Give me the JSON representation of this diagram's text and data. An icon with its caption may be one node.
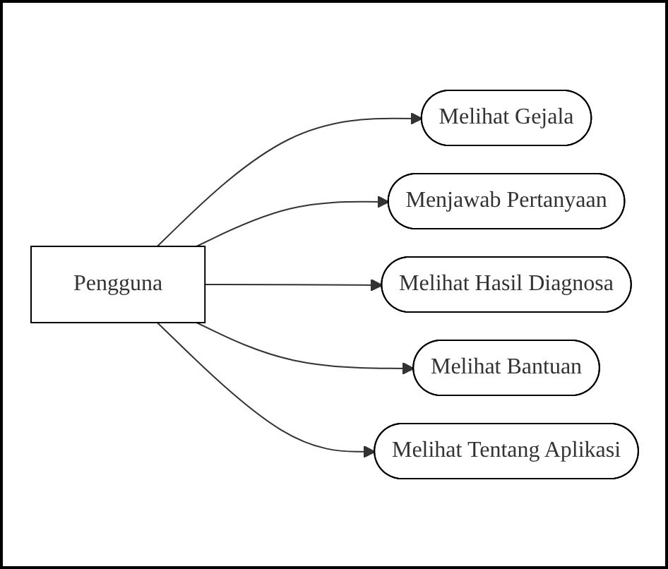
{
  "diagram": {
    "nodes": [
      {
        "text": [
          "Pengguna"
        ]
      },
      {
        "text": [
          "Melihat Gejala"
        ]
      },
      {
        "text": [
          "Menjawab Pertanyaan"
        ]
      },
      {
        "text": [
          "Melihat Hasil Diagnosa"
        ]
      },
      {
        "text": [
          "Melihat Bantuan"
        ]
      },
      {
        "text": [
          "Melihat Tentang Aplikasi"
        ]
      }
    ],
    "edges": [
      {
        "from": 0,
        "to": 1,
        "arrow": "to"
      },
      {
        "from": 0,
        "to": 2,
        "arrow": "to"
      },
      {
        "from": 0,
        "to": 3,
        "arrow": "to"
      },
      {
        "from": 0,
        "to": 4,
        "arrow": "to"
      },
      {
        "from": 0,
        "to": 5,
        "arrow": "to"
      }
    ]
  }
}
